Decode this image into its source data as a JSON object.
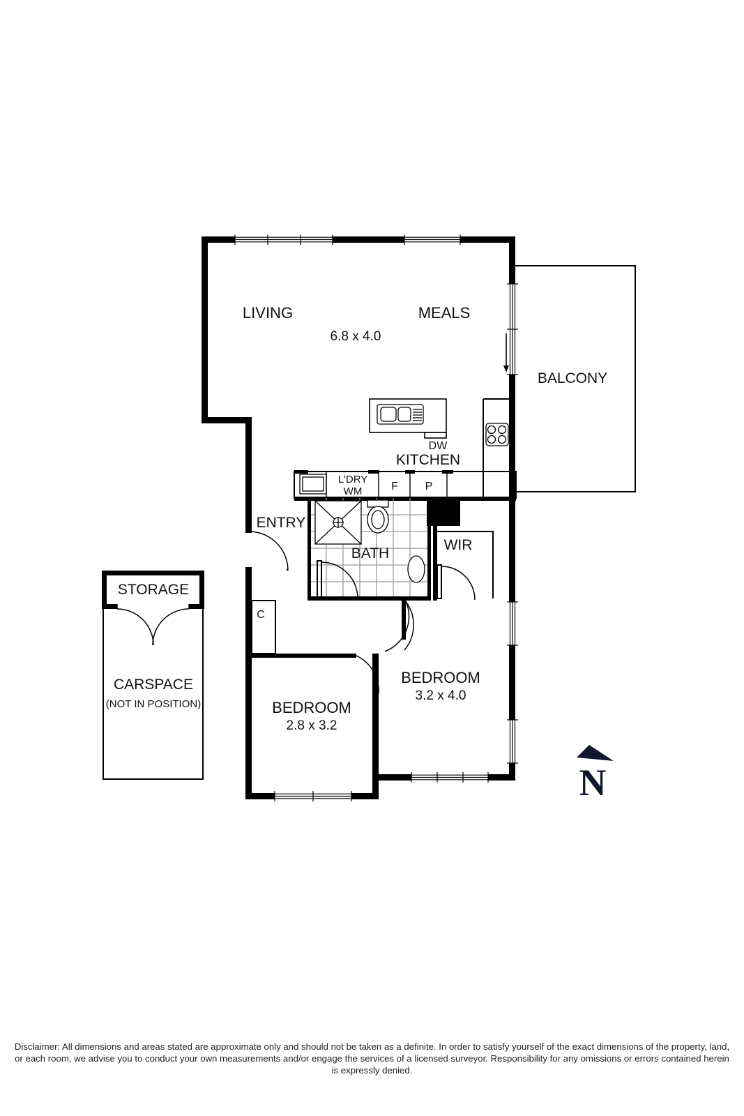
{
  "document": {
    "type": "real-estate-floor-plan",
    "title": "Apartment Floor Plan"
  },
  "rooms": [
    {
      "id": "living",
      "label": "LIVING",
      "dimension": ""
    },
    {
      "id": "meals",
      "label": "MEALS",
      "dimension": ""
    },
    {
      "id": "living_dim",
      "label": "",
      "dimension": "6.8 x 4.0"
    },
    {
      "id": "balcony",
      "label": "BALCONY",
      "dimension": ""
    },
    {
      "id": "kitchen",
      "label": "KITCHEN",
      "dimension": ""
    },
    {
      "id": "entry",
      "label": "ENTRY",
      "dimension": ""
    },
    {
      "id": "bath",
      "label": "BATH",
      "dimension": ""
    },
    {
      "id": "wir",
      "label": "WIR",
      "dimension": ""
    },
    {
      "id": "bedroom_main",
      "label": "BEDROOM",
      "dimension": "3.2 x 4.0"
    },
    {
      "id": "bedroom_second",
      "label": "BEDROOM",
      "dimension": "2.8 x 3.2"
    },
    {
      "id": "storage",
      "label": "STORAGE",
      "dimension": ""
    },
    {
      "id": "carspace",
      "label": "CARSPACE",
      "dimension": "(NOT IN POSITION)"
    }
  ],
  "fixtures": {
    "dishwasher_label": "DW",
    "laundry_label": "L'DRY",
    "washing_machine_label": "WM",
    "fridge_label": "F",
    "pantry_label": "P",
    "cupboard_label": "C"
  },
  "compass": {
    "letter": "N",
    "color": "#10172e"
  },
  "colors": {
    "wall": "#000000",
    "tile_grid": "#9a9a9a",
    "background": "#ffffff",
    "text": "#111111",
    "compass": "#10172e"
  },
  "disclaimer": {
    "text": "Disclaimer: All dimensions and areas stated are approximate only and should not be taken as a definite. In order to satisfy yourself of the exact dimensions of the property, land, or each room, we advise you to conduct your own measurements and/or engage the services of a licensed surveyor. Responsibility for any omissions or errors contained herein is expressly denied."
  }
}
